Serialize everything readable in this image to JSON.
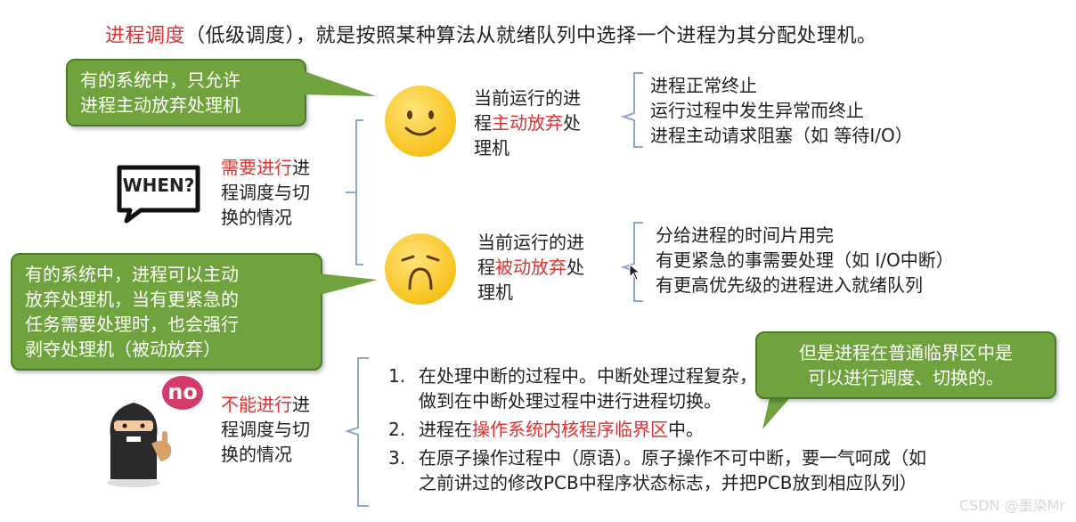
{
  "title": {
    "term": "进程调度",
    "rest": "（低级调度），就是按照某种算法从就绪队列中选择一个进程为其分配处理机。"
  },
  "bubbles": {
    "top_left": [
      "有的系统中，只允许",
      "进程主动放弃处理机"
    ],
    "mid_left": [
      "有的系统中，进程可以主动",
      "放弃处理机，当有更紧急的",
      "任务需要处理时，也会强行",
      "剥夺处理机（被动放弃）"
    ],
    "right": [
      "但是进程在普通临界区中是",
      "可以进行调度、切换的。"
    ]
  },
  "when_badge": "WHEN?",
  "no_badge": "no",
  "need": {
    "highlight": "需要进行",
    "line1_rest": "进",
    "line2": "程调度与切",
    "line3": "换的情况"
  },
  "active": {
    "line1": "当前运行的进",
    "line2_pre": "程",
    "line2_red": "主动放弃",
    "line2_post": "处",
    "line3": "理机",
    "items": [
      "进程正常终止",
      "运行过程中发生异常而终止",
      "进程主动请求阻塞（如 等待I/O）"
    ]
  },
  "passive": {
    "line1": "当前运行的进",
    "line2_pre": "程",
    "line2_red": "被动放弃",
    "line2_post": "处",
    "line3": "理机",
    "items": [
      "分给进程的时间片用完",
      "有更紧急的事需要处理（如 I/O中断）",
      "有更高优先级的进程进入就绪队列"
    ]
  },
  "cannot": {
    "highlight": "不能进行",
    "line1_rest": "进",
    "line2": "程调度与切",
    "line3": "换的情况",
    "items": [
      {
        "num": "1.",
        "lines": [
          "在处理中断的过程中。中断处理过程复杂，与硬件密切相关，很难",
          "做到在中断处理过程中进行进程切换。"
        ]
      },
      {
        "num": "2.",
        "pre": "进程在",
        "red": "操作系统内核程序临界区",
        "post": "中。"
      },
      {
        "num": "3.",
        "lines": [
          "在原子操作过程中（原语）。原子操作不可中断，要一气呵成（如",
          "之前讲过的修改PCB中程序状态标志，并把PCB放到相应队列）"
        ]
      }
    ]
  },
  "watermark": "CSDN @墨染Mr",
  "colors": {
    "accent_red": "#e03030",
    "bubble_green": "#70a33e",
    "face_yellow": "#f7c21c"
  }
}
